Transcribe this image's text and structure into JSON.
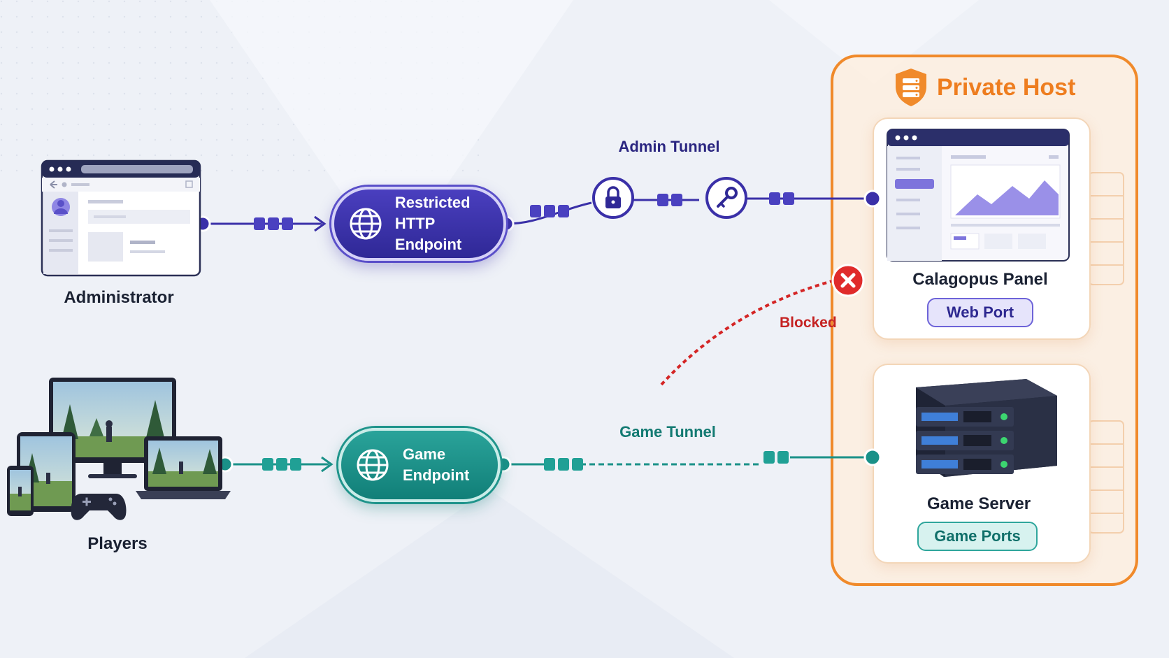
{
  "nodes": {
    "administrator": "Administrator",
    "players": "Players"
  },
  "endpoints": {
    "http_line1": "Restricted",
    "http_line2": "HTTP Endpoint",
    "game_line1": "Game",
    "game_line2": "Endpoint"
  },
  "tunnels": {
    "admin": "Admin Tunnel",
    "game": "Game Tunnel",
    "blocked": "Blocked"
  },
  "private_host": {
    "title": "Private Host",
    "panel_title": "Calagopus Panel",
    "panel_port": "Web Port",
    "server_title": "Game Server",
    "server_port": "Game Ports"
  },
  "colors": {
    "admin": "#3a30a8",
    "game": "#1a9188",
    "host_accent": "#f08a2b",
    "blocked": "#d42525"
  },
  "icons": [
    "browser-window-icon",
    "game-devices-icon",
    "globe-icon",
    "lock-icon",
    "key-icon",
    "shield-server-icon",
    "blocked-x-icon",
    "dashboard-icon",
    "server-rack-icon"
  ]
}
